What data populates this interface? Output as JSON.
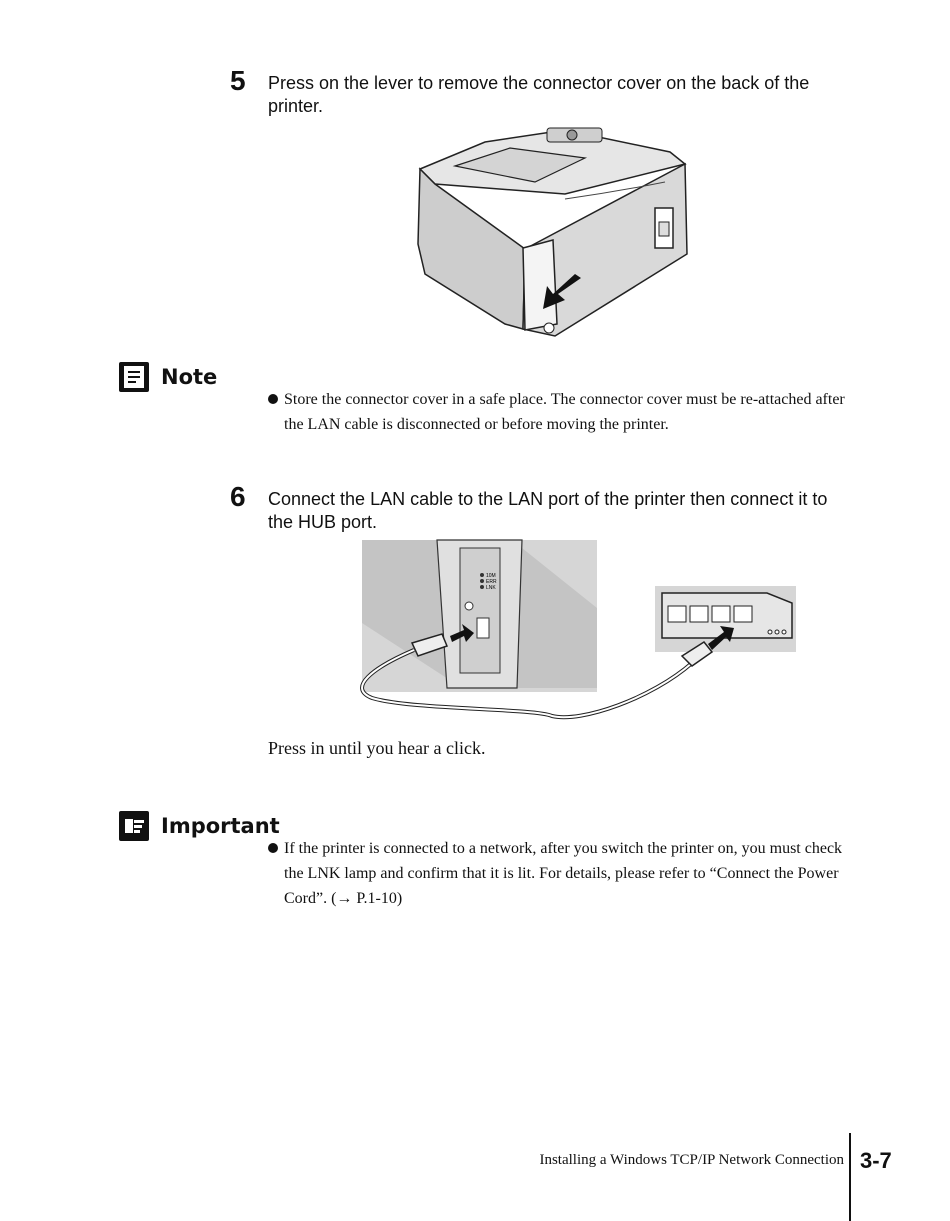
{
  "step5": {
    "number": "5",
    "text": "Press on the lever to remove the connector cover on the back of the printer."
  },
  "note": {
    "label": "Note",
    "icon": "note-icon",
    "bullet": "Store the connector cover in a safe place. The connector cover must be re-attached after the LAN cable is disconnected or before moving the printer."
  },
  "step6": {
    "number": "6",
    "text": "Connect the LAN cable to the LAN port of the printer then connect it to the HUB port.",
    "caption": "Press in until you hear a click.",
    "port_labels": [
      "10M",
      "ERR",
      "LNK"
    ]
  },
  "important": {
    "label": "Important",
    "icon": "important-icon",
    "bullet": "If the printer is connected to a network, after you switch the printer on, you must check the LNK lamp and confirm that it is lit. For details, please refer to “Connect the Power Cord”. (→ P.1-10)"
  },
  "footer": {
    "section_title": "Installing a Windows TCP/IP Network Connection",
    "page_number": "3-7"
  }
}
